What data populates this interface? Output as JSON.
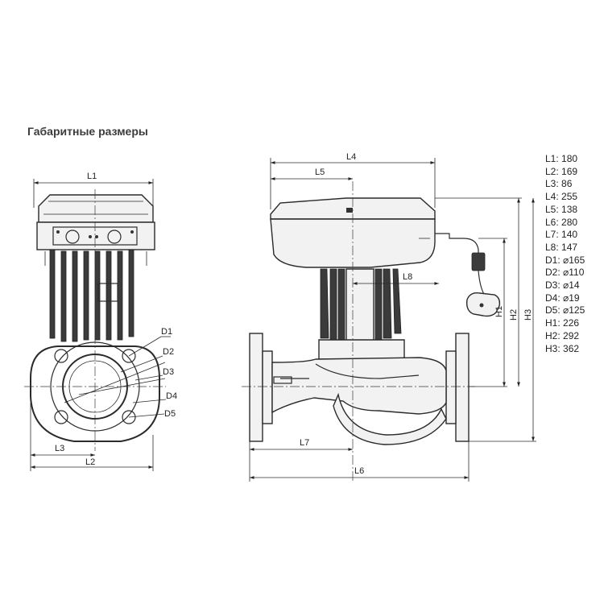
{
  "title": "Габаритные размеры",
  "specs": [
    {
      "label": "L1:",
      "value": "180"
    },
    {
      "label": "L2:",
      "value": "169"
    },
    {
      "label": "L3:",
      "value": "86"
    },
    {
      "label": "L4:",
      "value": "255"
    },
    {
      "label": "L5:",
      "value": "138"
    },
    {
      "label": "L6:",
      "value": "280"
    },
    {
      "label": "L7:",
      "value": "140"
    },
    {
      "label": "L8:",
      "value": "147"
    },
    {
      "label": "D1:",
      "value": "⌀165"
    },
    {
      "label": "D2:",
      "value": "⌀110"
    },
    {
      "label": "D3:",
      "value": "⌀14"
    },
    {
      "label": "D4:",
      "value": "⌀19"
    },
    {
      "label": "D5:",
      "value": "⌀125"
    },
    {
      "label": "H1:",
      "value": "226"
    },
    {
      "label": "H2:",
      "value": "292"
    },
    {
      "label": "H3:",
      "value": "362"
    }
  ],
  "dims": {
    "L1": "L1",
    "L2": "L2",
    "L3": "L3",
    "L4": "L4",
    "L5": "L5",
    "L6": "L6",
    "L7": "L7",
    "L8": "L8",
    "D1": "D1",
    "D2": "D2",
    "D3": "D3",
    "D4": "D4",
    "D5": "D5",
    "H1": "H1",
    "H2": "H2",
    "H3": "H3"
  }
}
